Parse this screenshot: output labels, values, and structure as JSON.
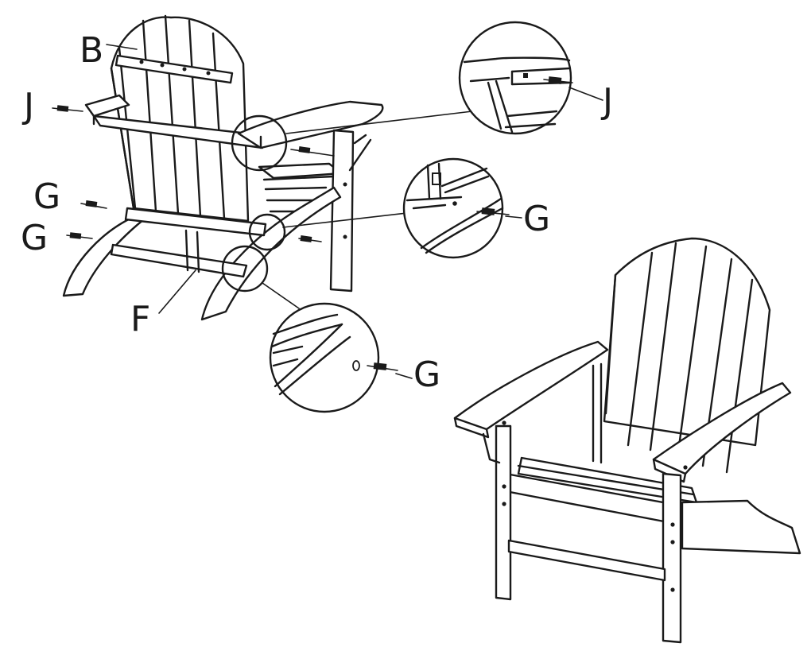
{
  "labels": {
    "b": "B",
    "j_left": "J",
    "j_detail": "J",
    "g_upper": "G",
    "g_lower": "G",
    "g_detail_upper": "G",
    "g_detail_lower": "G",
    "f": "F"
  }
}
